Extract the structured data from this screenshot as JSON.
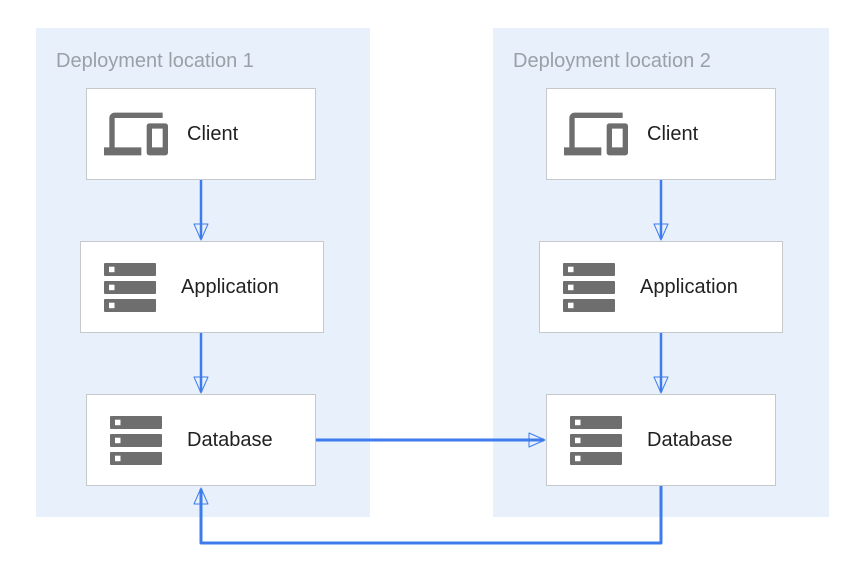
{
  "groups": [
    {
      "title": "Deployment location 1",
      "nodes": [
        {
          "id": "client-1",
          "label": "Client",
          "icon": "devices-icon"
        },
        {
          "id": "application-1",
          "label": "Application",
          "icon": "server-stack-icon"
        },
        {
          "id": "database-1",
          "label": "Database",
          "icon": "server-stack-icon"
        }
      ]
    },
    {
      "title": "Deployment location 2",
      "nodes": [
        {
          "id": "client-2",
          "label": "Client",
          "icon": "devices-icon"
        },
        {
          "id": "application-2",
          "label": "Application",
          "icon": "server-stack-icon"
        },
        {
          "id": "database-2",
          "label": "Database",
          "icon": "server-stack-icon"
        }
      ]
    }
  ],
  "edges": [
    {
      "from": "client-1",
      "to": "application-1",
      "direction": "down"
    },
    {
      "from": "application-1",
      "to": "database-1",
      "direction": "down"
    },
    {
      "from": "client-2",
      "to": "application-2",
      "direction": "down"
    },
    {
      "from": "application-2",
      "to": "database-2",
      "direction": "down"
    },
    {
      "from": "database-1",
      "to": "database-2",
      "direction": "right"
    },
    {
      "from": "database-2",
      "to": "database-1",
      "direction": "down-left-up"
    }
  ],
  "colors": {
    "panel_bg": "#E7F0FB",
    "arrow_blue": "#3E7CEE",
    "icon_gray": "#6E6E6E",
    "box_border": "#C6C9CC",
    "title_text": "#9AA0A6",
    "label_text": "#212121"
  }
}
